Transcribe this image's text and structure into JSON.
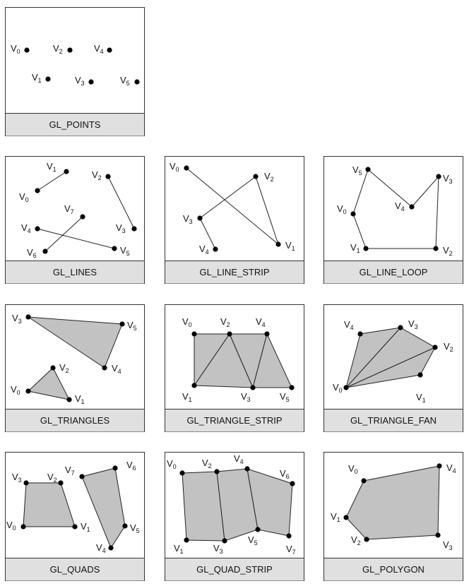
{
  "panels": [
    {
      "id": "points",
      "caption": "GL_POINTS",
      "mode": "points",
      "vertices": [
        {
          "label": "V",
          "sub": "0"
        },
        {
          "label": "V",
          "sub": "1"
        },
        {
          "label": "V",
          "sub": "2"
        },
        {
          "label": "V",
          "sub": "3"
        },
        {
          "label": "V",
          "sub": "4"
        },
        {
          "label": "V",
          "sub": "5"
        }
      ]
    },
    {
      "id": "lines",
      "caption": "GL_LINES",
      "mode": "lines",
      "vertices": [
        {
          "label": "V",
          "sub": "0"
        },
        {
          "label": "V",
          "sub": "1"
        },
        {
          "label": "V",
          "sub": "2"
        },
        {
          "label": "V",
          "sub": "3"
        },
        {
          "label": "V",
          "sub": "4"
        },
        {
          "label": "V",
          "sub": "5"
        },
        {
          "label": "V",
          "sub": "6"
        },
        {
          "label": "V",
          "sub": "7"
        }
      ]
    },
    {
      "id": "line-strip",
      "caption": "GL_LINE_STRIP",
      "mode": "line_strip",
      "vertices": [
        {
          "label": "V",
          "sub": "0"
        },
        {
          "label": "V",
          "sub": "1"
        },
        {
          "label": "V",
          "sub": "2"
        },
        {
          "label": "V",
          "sub": "3"
        },
        {
          "label": "V",
          "sub": "4"
        }
      ]
    },
    {
      "id": "line-loop",
      "caption": "GL_LINE_LOOP",
      "mode": "line_loop",
      "vertices": [
        {
          "label": "V",
          "sub": "0"
        },
        {
          "label": "V",
          "sub": "1"
        },
        {
          "label": "V",
          "sub": "2"
        },
        {
          "label": "V",
          "sub": "3"
        },
        {
          "label": "V",
          "sub": "4"
        },
        {
          "label": "V",
          "sub": "5"
        }
      ]
    },
    {
      "id": "triangles",
      "caption": "GL_TRIANGLES",
      "mode": "triangles",
      "vertices": [
        {
          "label": "V",
          "sub": "0"
        },
        {
          "label": "V",
          "sub": "1"
        },
        {
          "label": "V",
          "sub": "2"
        },
        {
          "label": "V",
          "sub": "3"
        },
        {
          "label": "V",
          "sub": "4"
        },
        {
          "label": "V",
          "sub": "5"
        }
      ]
    },
    {
      "id": "triangle-strip",
      "caption": "GL_TRIANGLE_STRIP",
      "mode": "triangle_strip",
      "vertices": [
        {
          "label": "V",
          "sub": "0"
        },
        {
          "label": "V",
          "sub": "1"
        },
        {
          "label": "V",
          "sub": "2"
        },
        {
          "label": "V",
          "sub": "3"
        },
        {
          "label": "V",
          "sub": "4"
        },
        {
          "label": "V",
          "sub": "5"
        }
      ]
    },
    {
      "id": "triangle-fan",
      "caption": "GL_TRIANGLE_FAN",
      "mode": "triangle_fan",
      "vertices": [
        {
          "label": "V",
          "sub": "0"
        },
        {
          "label": "V",
          "sub": "1"
        },
        {
          "label": "V",
          "sub": "2"
        },
        {
          "label": "V",
          "sub": "3"
        },
        {
          "label": "V",
          "sub": "4"
        }
      ]
    },
    {
      "id": "quads",
      "caption": "GL_QUADS",
      "mode": "quads",
      "vertices": [
        {
          "label": "V",
          "sub": "0"
        },
        {
          "label": "V",
          "sub": "1"
        },
        {
          "label": "V",
          "sub": "2"
        },
        {
          "label": "V",
          "sub": "3"
        },
        {
          "label": "V",
          "sub": "4"
        },
        {
          "label": "V",
          "sub": "5"
        },
        {
          "label": "V",
          "sub": "6"
        },
        {
          "label": "V",
          "sub": "7"
        }
      ]
    },
    {
      "id": "quad-strip",
      "caption": "GL_QUAD_STRIP",
      "mode": "quad_strip",
      "vertices": [
        {
          "label": "V",
          "sub": "0"
        },
        {
          "label": "V",
          "sub": "1"
        },
        {
          "label": "V",
          "sub": "2"
        },
        {
          "label": "V",
          "sub": "3"
        },
        {
          "label": "V",
          "sub": "4"
        },
        {
          "label": "V",
          "sub": "5"
        },
        {
          "label": "V",
          "sub": "6"
        },
        {
          "label": "V",
          "sub": "7"
        }
      ]
    },
    {
      "id": "polygon",
      "caption": "GL_POLYGON",
      "mode": "polygon",
      "vertices": [
        {
          "label": "V",
          "sub": "0"
        },
        {
          "label": "V",
          "sub": "1"
        },
        {
          "label": "V",
          "sub": "2"
        },
        {
          "label": "V",
          "sub": "3"
        },
        {
          "label": "V",
          "sub": "4"
        }
      ]
    }
  ],
  "colors": {
    "fill": "#c2c2c2",
    "caption_background": "#e0e0e0",
    "stroke": "#222222"
  }
}
